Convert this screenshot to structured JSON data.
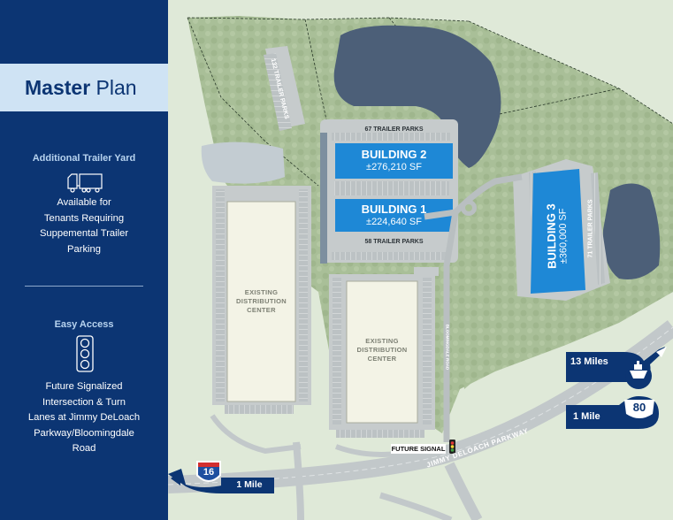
{
  "title": {
    "bold": "Master",
    "rest": " Plan"
  },
  "sections": [
    {
      "heading": "Additional Trailer Yard",
      "icon": "trailer-icon",
      "lines": [
        "Available for",
        "Tenants Requiring",
        "Suppemental Trailer",
        "Parking"
      ]
    },
    {
      "heading": "Easy Access",
      "icon": "traffic-light-icon",
      "lines": [
        "Future Signalized",
        "Intersection & Turn",
        "Lanes at Jimmy DeLoach",
        "Parkway/Bloomingdale",
        "Road"
      ]
    }
  ],
  "buildings": [
    {
      "name": "BUILDING 2",
      "area": "±276,210 SF",
      "status": "proposed"
    },
    {
      "name": "BUILDING 1",
      "area": "±224,640 SF",
      "status": "proposed"
    },
    {
      "name": "BUILDING 3",
      "area": "±360,000 SF",
      "status": "proposed"
    }
  ],
  "existing": [
    {
      "lines": [
        "EXISTING",
        "DISTRIBUTION",
        "CENTER"
      ]
    },
    {
      "lines": [
        "EXISTING",
        "DISTRIBUTION",
        "CENTER"
      ]
    }
  ],
  "trailer_parks": {
    "north_132": "132 TRAILER PARKS",
    "top_67": "67 TRAILER PARKS",
    "mid_58": "58 TRAILER PARKS",
    "east_71": "71 TRAILER PARKS"
  },
  "roads": {
    "parkway": "JIMMY DELOACH PARKWAY",
    "bloomingdale": "BLOOMINGDALE ROAD",
    "signal": "FUTURE SIGNAL"
  },
  "highways": [
    {
      "shield": "16",
      "distance": "1 Mile",
      "type": "interstate"
    },
    {
      "shield": "80",
      "distance": "1 Mile",
      "type": "us-route"
    }
  ],
  "port": {
    "distance": "13 Miles",
    "icon": "ship-icon"
  },
  "colors": {
    "navy": "#0c3573",
    "building_blue": "#1e88d6",
    "title_band": "#cfe3f4",
    "forest": "#a7bd95",
    "pond": "#4c5f78",
    "existing_roof": "#f3f3e6",
    "pavement": "#c6cbcc"
  }
}
